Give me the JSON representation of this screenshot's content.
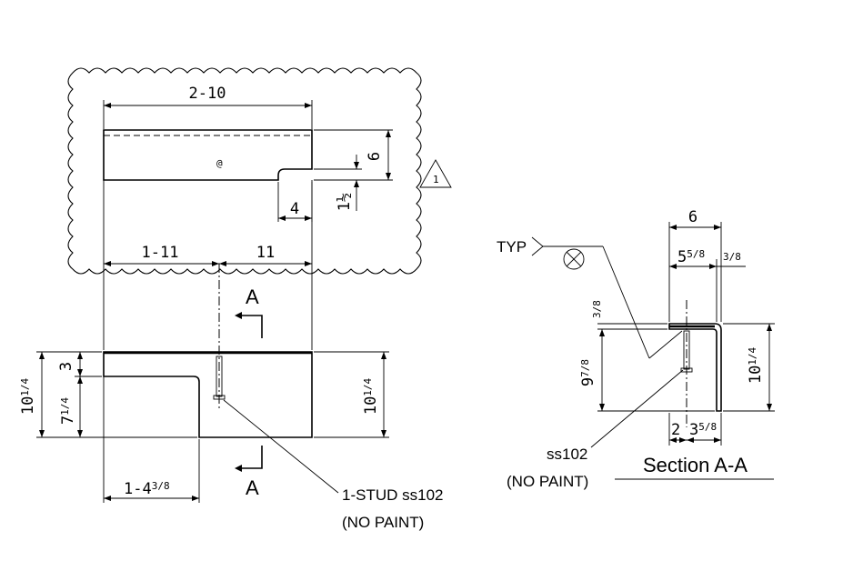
{
  "plan_view": {
    "overall_length": "2-10",
    "height_dim": "6",
    "notch_width": "4",
    "notch_height": "1½",
    "revision": "1"
  },
  "elevation_view": {
    "left_segment": "1-11",
    "right_segment": "11",
    "flange_dim": "3",
    "lower_left_whole": "7",
    "lower_left_frac": "1/4",
    "left_total_whole": "10",
    "left_total_frac": "1/4",
    "right_total_whole": "10",
    "right_total_frac": "1/4",
    "bottom_left_whole": "1-4",
    "bottom_left_frac": "3/8",
    "section_marker": "A",
    "stud_note_line1": "1-STUD ss102",
    "stud_note_line2": "(NO PAINT)"
  },
  "section_view": {
    "weld_note": "TYP",
    "top_width": "6",
    "leg_whole": "5",
    "leg_frac": "5/8",
    "thickness_top": "3/8",
    "thickness_side": "3/8",
    "vertical_whole": "9",
    "vertical_frac": "7/8",
    "height_whole": "10",
    "height_frac": "1/4",
    "stud_offset": "2",
    "bottom_whole": "3",
    "bottom_frac": "5/8",
    "stud_label_line1": "ss102",
    "stud_label_line2": "(NO PAINT)",
    "title": "Section A-A"
  }
}
